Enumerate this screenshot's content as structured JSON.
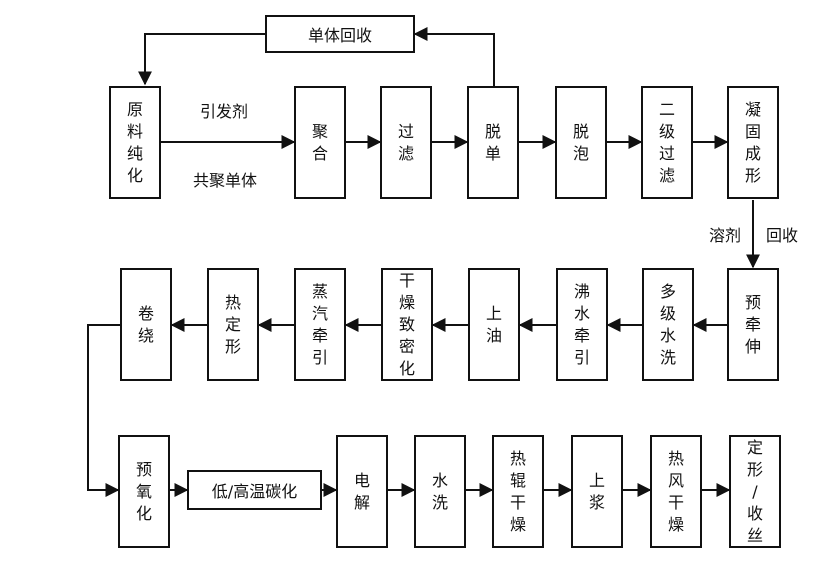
{
  "diagram": {
    "row1": [
      {
        "id": "raw",
        "label": "原料纯化"
      },
      {
        "id": "poly",
        "label": "聚合"
      },
      {
        "id": "filter1",
        "label": "过滤"
      },
      {
        "id": "demono",
        "label": "脱单"
      },
      {
        "id": "defoam",
        "label": "脱泡"
      },
      {
        "id": "filter2",
        "label": "二级过滤"
      },
      {
        "id": "coag",
        "label": "凝固成形"
      }
    ],
    "row2": [
      {
        "id": "prestretch",
        "label": "预牵伸"
      },
      {
        "id": "wash",
        "label": "多级水洗"
      },
      {
        "id": "boilstretch",
        "label": "沸水牵引"
      },
      {
        "id": "oil",
        "label": "上油"
      },
      {
        "id": "dry",
        "label": "干燥致密化"
      },
      {
        "id": "steam",
        "label": "蒸汽牵引"
      },
      {
        "id": "heatset",
        "label": "热定形"
      },
      {
        "id": "wind",
        "label": "卷绕"
      }
    ],
    "row3": [
      {
        "id": "preox",
        "label": "预氧化"
      },
      {
        "id": "carbon",
        "label": "低/高温碳化"
      },
      {
        "id": "electro",
        "label": "电解"
      },
      {
        "id": "wash2",
        "label": "水洗"
      },
      {
        "id": "hotroll",
        "label": "热辊干燥"
      },
      {
        "id": "size",
        "label": "上浆"
      },
      {
        "id": "hotair",
        "label": "热风干燥"
      },
      {
        "id": "final",
        "label": "定形/收丝"
      }
    ],
    "recycle_box": "单体回收",
    "labels": {
      "initiator": "引发剂",
      "comonomer": "共聚单体",
      "solvent": "溶剂",
      "recovery": "回收"
    }
  }
}
